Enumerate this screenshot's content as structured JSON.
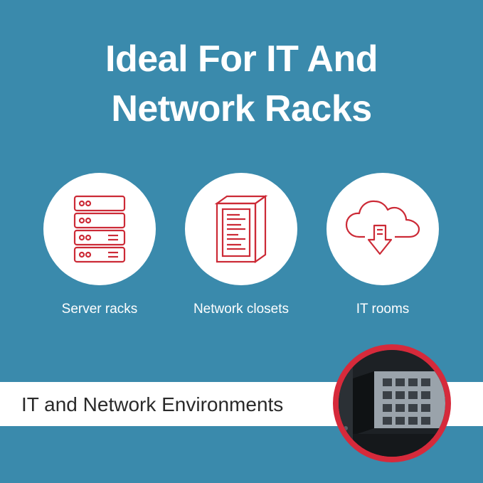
{
  "headline": {
    "line1": "Ideal For IT And",
    "line2": "Network Racks"
  },
  "features": [
    {
      "icon": "server-stack-icon",
      "label": "Server racks"
    },
    {
      "icon": "network-cabinet-icon",
      "label": "Network closets"
    },
    {
      "icon": "cloud-download-icon",
      "label": "IT rooms"
    }
  ],
  "banner": {
    "text": "IT and Network Environments"
  },
  "colors": {
    "background": "#3a8aac",
    "icon_red": "#cc2a36",
    "ring_red": "#d62a3b",
    "white": "#ffffff"
  }
}
